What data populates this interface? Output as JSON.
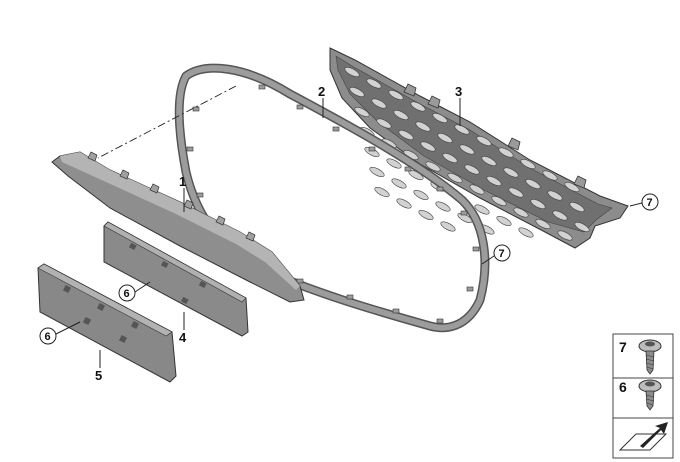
{
  "colors": {
    "part_fill": "#8a8a8a",
    "part_dark": "#6e6e6e",
    "part_light": "#b0b0b0",
    "stroke": "#333333",
    "leader": "#222222"
  },
  "callouts": {
    "part1": "1",
    "part2": "2",
    "part3": "3",
    "part4": "4",
    "part5": "5",
    "screw6_a": "6",
    "screw6_b": "6",
    "screw7_a": "7",
    "screw7_b": "7"
  },
  "legend": {
    "item7": "7",
    "item6": "6"
  },
  "icons": {
    "screw7": "torx-screw-icon",
    "screw6": "torx-screw-icon",
    "catalog": "catalog-arrow-icon"
  }
}
